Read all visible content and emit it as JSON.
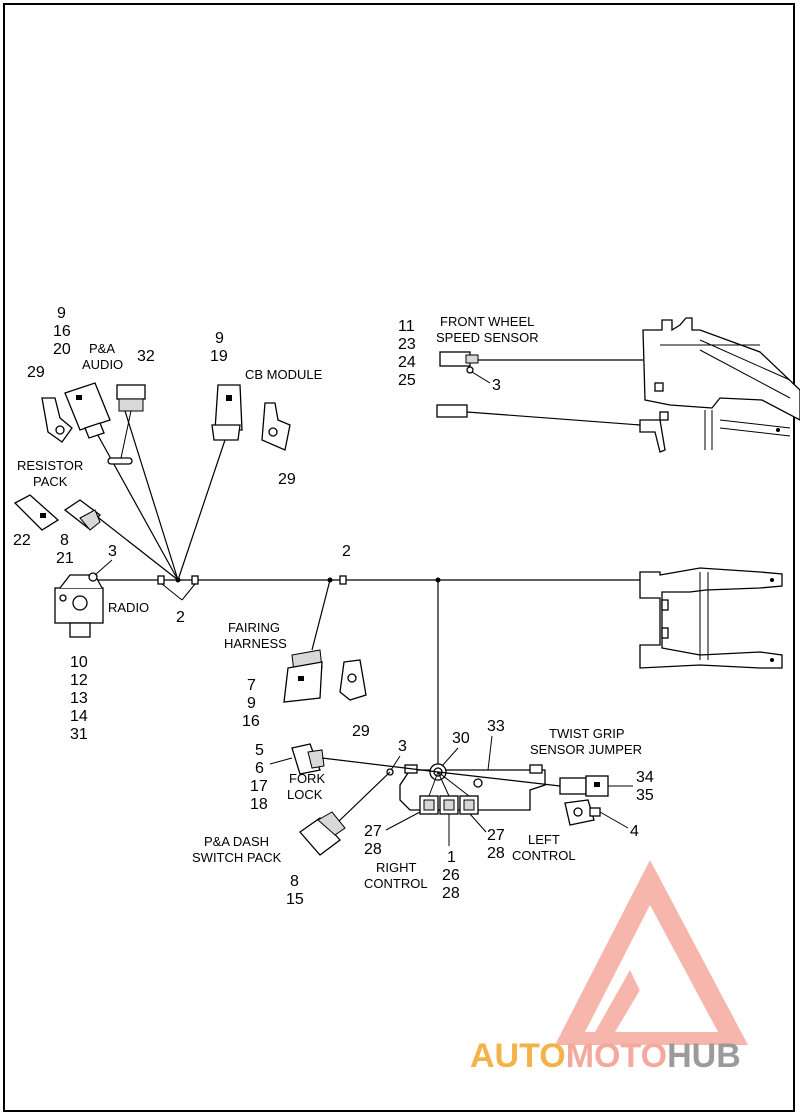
{
  "labels": {
    "front_wheel_speed_sensor": [
      "FRONT WHEEL",
      "SPEED SENSOR"
    ],
    "pa_audio": [
      "P&A",
      "AUDIO"
    ],
    "cb_module": "CB MODULE",
    "resistor_pack": [
      "RESISTOR",
      "PACK"
    ],
    "radio": "RADIO",
    "fairing_harness": [
      "FAIRING",
      "HARNESS"
    ],
    "twist_grip_sensor_jumper": [
      "TWIST GRIP",
      "SENSOR JUMPER"
    ],
    "fork_lock": [
      "FORK",
      "LOCK"
    ],
    "pa_dash_switch_pack": [
      "P&A DASH",
      "SWITCH PACK"
    ],
    "right_control": [
      "RIGHT",
      "CONTROL"
    ],
    "left_control": [
      "LEFT",
      "CONTROL"
    ]
  },
  "callouts": {
    "pa_audio_nums": [
      "9",
      "16",
      "20"
    ],
    "audio_32": "32",
    "audio_29": "29",
    "cb_nums": [
      "9",
      "19"
    ],
    "cb_29": "29",
    "resistor_nums": [
      "22"
    ],
    "conn_8_21": [
      "8",
      "21"
    ],
    "radio_3": "3",
    "junction_2_bottom": "2",
    "junction_2_top": "2",
    "radio_nums": [
      "10",
      "12",
      "13",
      "14",
      "31"
    ],
    "sensor_nums": [
      "11",
      "23",
      "24",
      "25"
    ],
    "sensor_3": "3",
    "fairing_nums": [
      "7",
      "9",
      "16"
    ],
    "fairing_29": "29",
    "fork_nums": [
      "5",
      "6",
      "17",
      "18"
    ],
    "dash_3": "3",
    "dash_nums": [
      "8",
      "15"
    ],
    "n30": "30",
    "n33": "33",
    "n34": "34",
    "n35": "35",
    "n4": "4",
    "right_27_28": [
      "27",
      "28"
    ],
    "mid_27_28": [
      "27",
      "28"
    ],
    "right_1_26_28": [
      "1",
      "26",
      "28"
    ]
  },
  "watermark": {
    "part1": "AUTO",
    "part2": "MOTO",
    "part3": "HUB",
    "color_light": "#f4a99c",
    "color_orange": "#f5b24a",
    "color_gray": "#9b9b9b"
  }
}
